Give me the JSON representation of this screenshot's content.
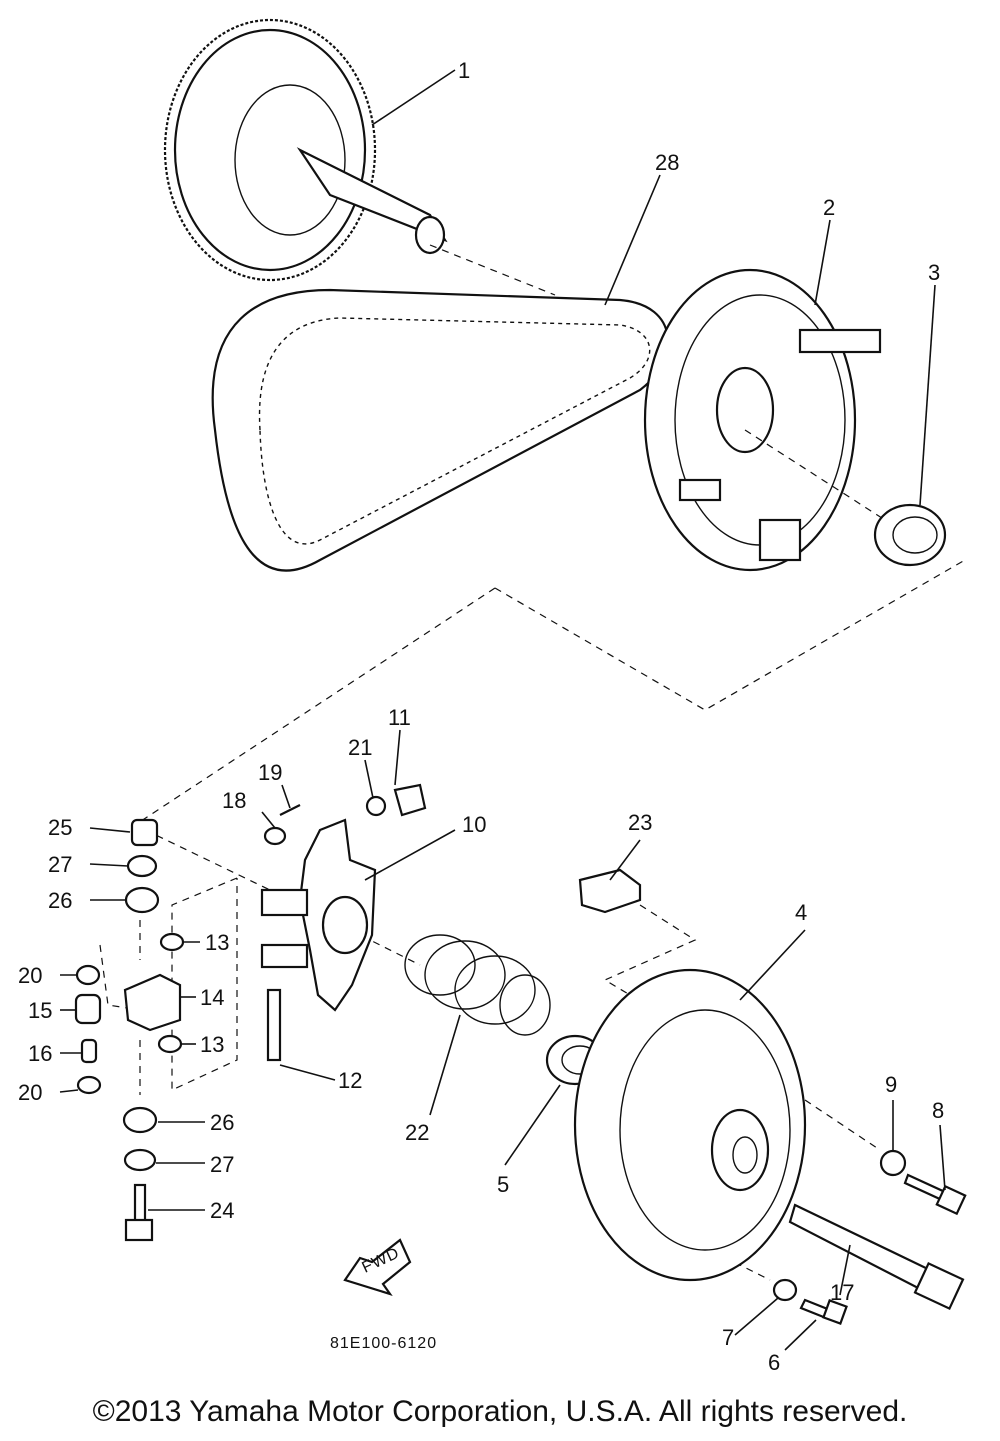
{
  "diagram": {
    "code": "81E100-6120",
    "fwd_label": "FWD",
    "callouts": [
      "1",
      "28",
      "2",
      "3",
      "11",
      "21",
      "19",
      "18",
      "10",
      "25",
      "27",
      "26",
      "13",
      "20",
      "14",
      "15",
      "13",
      "16",
      "20",
      "12",
      "22",
      "23",
      "4",
      "5",
      "9",
      "8",
      "26",
      "27",
      "24",
      "17",
      "7",
      "6"
    ]
  },
  "footer": {
    "copyright": "©2013 Yamaha Motor Corporation, U.S.A. All rights reserved."
  }
}
